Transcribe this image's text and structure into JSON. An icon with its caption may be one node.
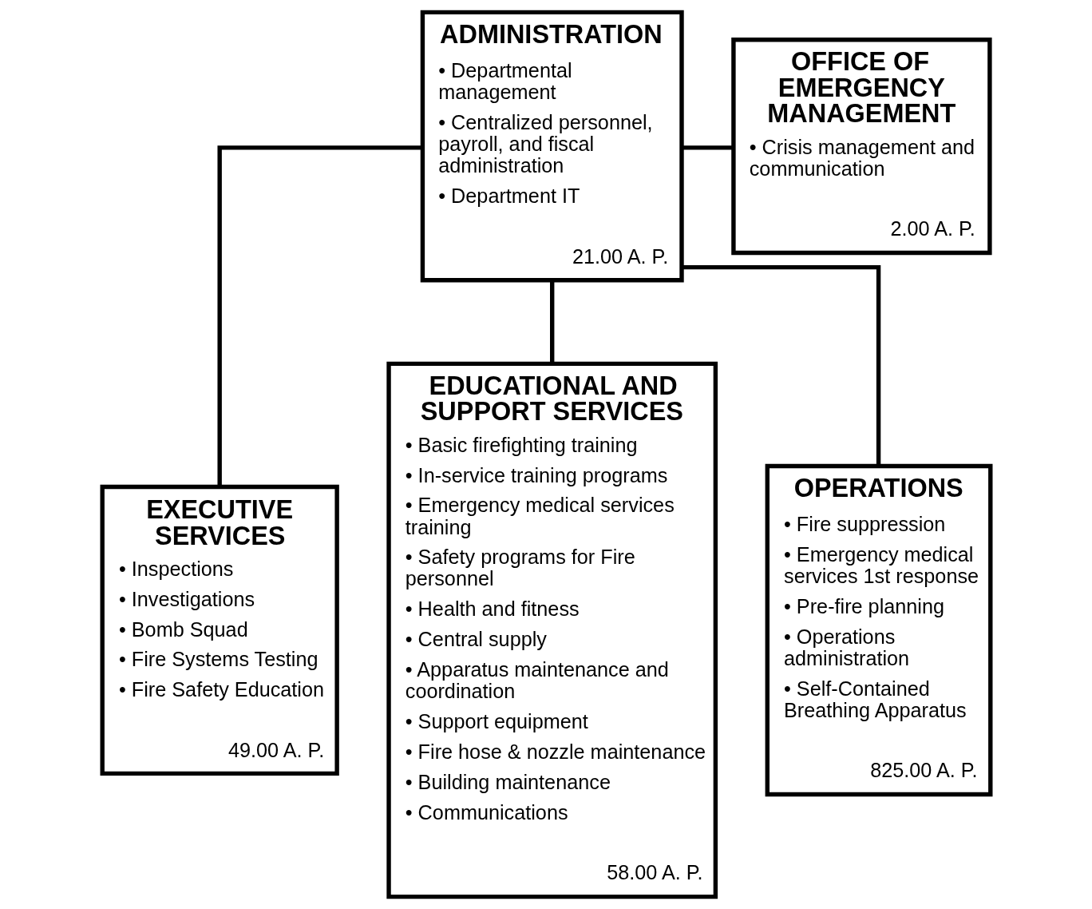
{
  "diagram": {
    "nodes": [
      {
        "text": [
          "ADMINISTRATION",
          "• Departmental management",
          "• Centralized personnel, payroll, and fiscal administration",
          "• Department IT",
          "21.00 A. P."
        ]
      },
      {
        "text": [
          "OFFICE OF EMERGENCY MANAGEMENT",
          "• Crisis management and communication",
          "2.00 A. P."
        ]
      },
      {
        "text": [
          "EXECUTIVE SERVICES",
          "• Inspections",
          "• Investigations",
          "• Bomb Squad",
          "• Fire Systems Testing",
          "• Fire Safety Education",
          "49.00 A. P."
        ]
      },
      {
        "text": [
          "EDUCATIONAL AND SUPPORT SERVICES",
          "• Basic firefighting training",
          "• In-service training programs",
          "• Emergency medical services training",
          "• Safety programs for Fire personnel",
          "• Health and fitness",
          "• Central supply",
          "• Apparatus maintenance and coordination",
          "• Support equipment",
          "• Fire hose & nozzle maintenance",
          "• Building maintenance",
          "• Communications",
          "58.00 A. P."
        ]
      },
      {
        "text": [
          "OPERATIONS",
          "• Fire suppression",
          "• Emergency medical services 1st response",
          "• Pre-fire planning",
          "• Operations administration",
          "• Self-Contained Breathing Apparatus",
          "825.00 A. P."
        ]
      }
    ],
    "edges": [
      {
        "from": 0,
        "to": 1,
        "arrow": "none"
      },
      {
        "from": 0,
        "to": 2,
        "arrow": "none"
      },
      {
        "from": 0,
        "to": 3,
        "arrow": "none"
      },
      {
        "from": 0,
        "to": 4,
        "arrow": "none"
      }
    ]
  }
}
